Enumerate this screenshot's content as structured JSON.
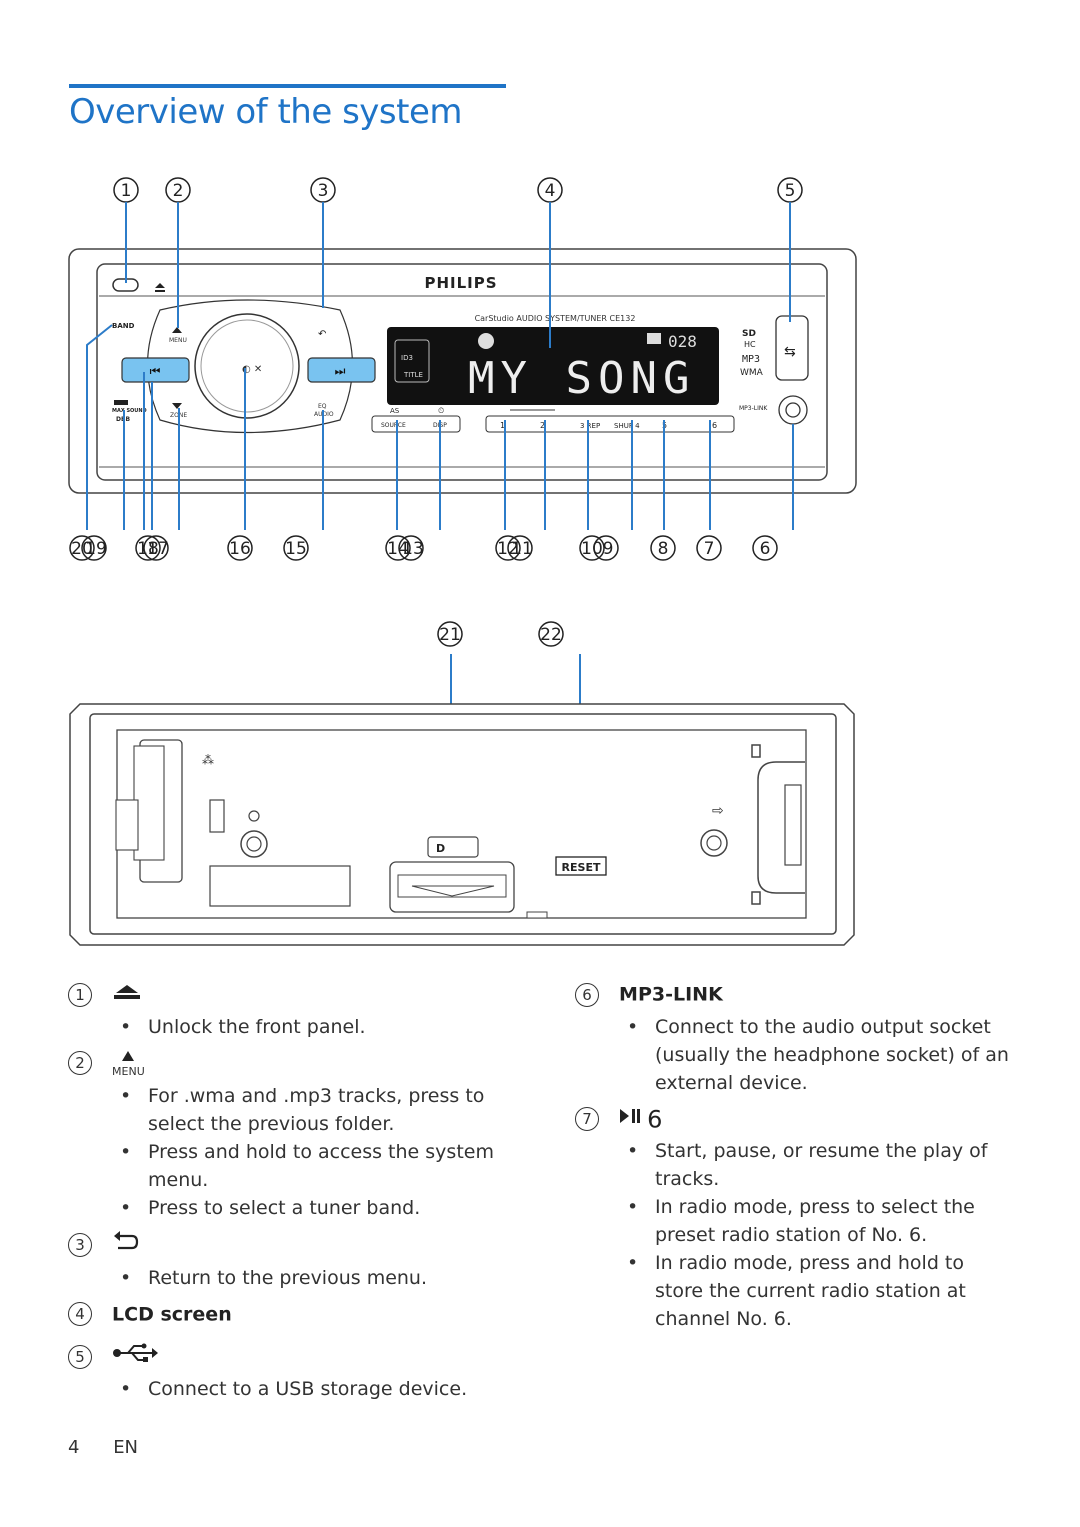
{
  "page_title": "Overview of the system",
  "front_panel": {
    "brand": "PHILIPS",
    "subtitle": "CarStudio AUDIO SYSTEM/TUNER CE132",
    "display_text": "MY SONG",
    "display_track": "028",
    "display_tags": [
      "ID3",
      "TITLE"
    ],
    "button_labels": {
      "band": "BAND",
      "menu": "MENU",
      "zone": "ZONE",
      "eq": "EQ",
      "audio": "AUDIO",
      "as": "AS",
      "source": "SOURCE",
      "disp": "DISP",
      "preset1": "1",
      "preset2": "2",
      "preset3": "3 REP",
      "shuf": "SHUF 4",
      "preset5": "5",
      "preset6": "6",
      "max_sound": "MAX SOUND",
      "dbb": "DBB",
      "mp3_link": "MP3-LINK",
      "mp3": "MP3",
      "wma": "WMA",
      "sd": "SD",
      "hc": "HC"
    }
  },
  "top_callouts": [
    "1",
    "2",
    "3",
    "4",
    "5"
  ],
  "bottom_callouts": [
    "20",
    "19",
    "18",
    "17",
    "16",
    "15",
    "14",
    "13",
    "12",
    "11",
    "10",
    "9",
    "8",
    "7",
    "6"
  ],
  "back_callouts": [
    "21",
    "22"
  ],
  "back_panel": {
    "reset_label": "RESET"
  },
  "items_left": [
    {
      "num": "1",
      "icon": "eject-icon",
      "heading": "",
      "bullets": [
        "Unlock the front panel."
      ]
    },
    {
      "num": "2",
      "icon": "menu-up-icon",
      "icon_label": "MENU",
      "heading": "",
      "bullets": [
        "For .wma and .mp3 tracks, press to select the previous folder.",
        "Press and hold to access the system menu.",
        "Press to select a tuner band."
      ]
    },
    {
      "num": "3",
      "icon": "back-arrow-icon",
      "heading": "",
      "bullets": [
        "Return to the previous menu."
      ]
    },
    {
      "num": "4",
      "icon": "",
      "heading": "LCD screen",
      "bullets": []
    },
    {
      "num": "5",
      "icon": "usb-icon",
      "heading": "",
      "bullets": [
        "Connect to a USB storage device."
      ]
    }
  ],
  "items_right": [
    {
      "num": "6",
      "icon": "",
      "heading": "MP3-LINK",
      "bullets": [
        "Connect to the audio output socket (usually the headphone socket) of an external device."
      ]
    },
    {
      "num": "7",
      "icon": "play-pause-icon",
      "icon_label": "6",
      "heading": "",
      "bullets": [
        "Start, pause, or resume the play of tracks.",
        "In radio mode, press to select the preset radio station of No. 6.",
        "In radio mode, press and hold to store the current radio station at channel No. 6."
      ]
    }
  ],
  "footer": {
    "page": "4",
    "lang": "EN"
  },
  "colors": {
    "accent": "#1f74c7",
    "lcd": "#111111",
    "button_blue": "#79c3f0"
  }
}
